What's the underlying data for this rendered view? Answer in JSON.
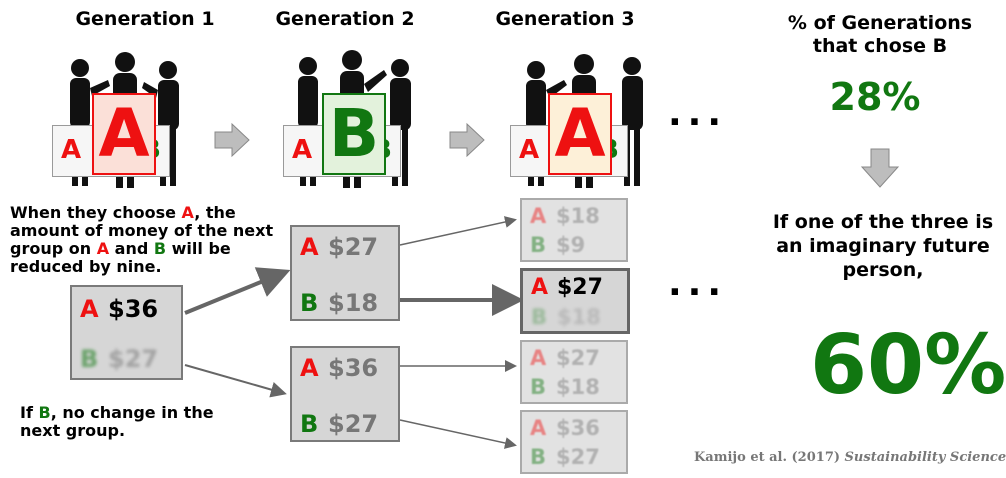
{
  "generations": [
    {
      "title": "Generation 1",
      "choice": "A",
      "strip_left": "A",
      "strip_right": "B"
    },
    {
      "title": "Generation 2",
      "choice": "B",
      "strip_left": "A",
      "strip_right": "B"
    },
    {
      "title": "Generation 3",
      "choice": "A",
      "strip_left": "A",
      "strip_right": "B"
    }
  ],
  "ellipsis": "···",
  "explanation": {
    "when_prefix": "When they choose ",
    "when_a": "A",
    "when_mid": ", the amount of money of the next group on ",
    "when_a2": "A",
    "when_and": " and ",
    "when_b": "B",
    "when_suffix": " will be reduced by nine.",
    "if_prefix": "If ",
    "if_b": "B",
    "if_suffix": ", no change in the next group."
  },
  "money": {
    "gen1": {
      "a_letter": "A",
      "a_amount": "$36",
      "b_letter": "B",
      "b_amount": "$27"
    },
    "gen2_top": {
      "a_letter": "A",
      "a_amount": "$27",
      "b_letter": "B",
      "b_amount": "$18"
    },
    "gen2_bottom": {
      "a_letter": "A",
      "a_amount": "$36",
      "b_letter": "B",
      "b_amount": "$27"
    },
    "gen3": [
      {
        "a_letter": "A",
        "a_amount": "$18",
        "b_letter": "B",
        "b_amount": "$9"
      },
      {
        "a_letter": "A",
        "a_amount": "$27",
        "b_letter": "B",
        "b_amount": "$18"
      },
      {
        "a_letter": "A",
        "a_amount": "$27",
        "b_letter": "B",
        "b_amount": "$18"
      },
      {
        "a_letter": "A",
        "a_amount": "$36",
        "b_letter": "B",
        "b_amount": "$27"
      }
    ]
  },
  "result": {
    "title": "% of Generations that chose B",
    "baseline_pct": "28%",
    "condition": "If one of the three is an imaginary future person,",
    "future_pct": "60%"
  },
  "citation": {
    "authors": "Kamijo et al. (2017)",
    "journal": "Sustainability Science"
  },
  "colors": {
    "a_red": "#ee1111",
    "b_green": "#117711",
    "box_gray": "#d6d6d6",
    "arrow_gray": "#666666"
  },
  "icons": [
    "crowd-silhouette-icon",
    "right-arrow-icon",
    "down-arrow-icon"
  ]
}
